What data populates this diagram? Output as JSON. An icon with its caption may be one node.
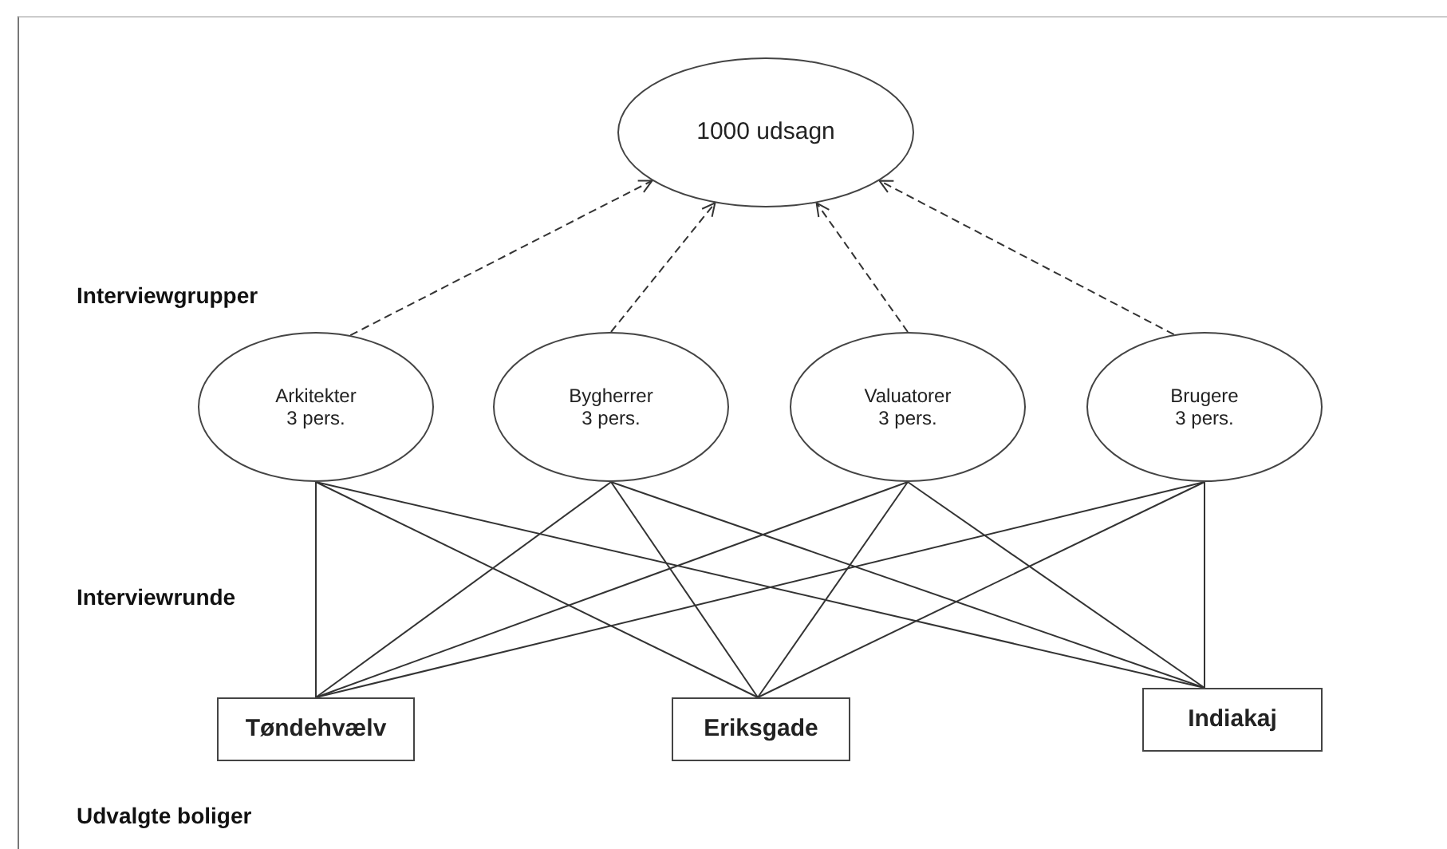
{
  "diagram": {
    "nodes": [
      {
        "text": [
          "1000 udsagn"
        ]
      },
      {
        "text": [
          "Arkitekter",
          "3 pers."
        ]
      },
      {
        "text": [
          "Bygherrer",
          "3 pers."
        ]
      },
      {
        "text": [
          "Valuatorer",
          "3 pers."
        ]
      },
      {
        "text": [
          "Brugere",
          "3 pers."
        ]
      },
      {
        "text": [
          "Tøndehvælv"
        ]
      },
      {
        "text": [
          "Eriksgade"
        ]
      },
      {
        "text": [
          "Indiakaj"
        ]
      }
    ],
    "edges": [
      {
        "from": 1,
        "to": 0,
        "arrow": "to",
        "style": "dashed"
      },
      {
        "from": 2,
        "to": 0,
        "arrow": "to",
        "style": "dashed"
      },
      {
        "from": 3,
        "to": 0,
        "arrow": "to",
        "style": "dashed"
      },
      {
        "from": 4,
        "to": 0,
        "arrow": "to",
        "style": "dashed"
      },
      {
        "from": 1,
        "to": 5,
        "arrow": "none"
      },
      {
        "from": 1,
        "to": 6,
        "arrow": "none"
      },
      {
        "from": 1,
        "to": 7,
        "arrow": "none"
      },
      {
        "from": 2,
        "to": 5,
        "arrow": "none"
      },
      {
        "from": 2,
        "to": 6,
        "arrow": "none"
      },
      {
        "from": 2,
        "to": 7,
        "arrow": "none"
      },
      {
        "from": 3,
        "to": 5,
        "arrow": "none"
      },
      {
        "from": 3,
        "to": 6,
        "arrow": "none"
      },
      {
        "from": 3,
        "to": 7,
        "arrow": "none"
      },
      {
        "from": 4,
        "to": 5,
        "arrow": "none"
      },
      {
        "from": 4,
        "to": 6,
        "arrow": "none"
      },
      {
        "from": 4,
        "to": 7,
        "arrow": "none"
      }
    ],
    "labels": [
      "Interviewgrupper",
      "Interviewrunde",
      "Udvalgte boliger"
    ]
  }
}
